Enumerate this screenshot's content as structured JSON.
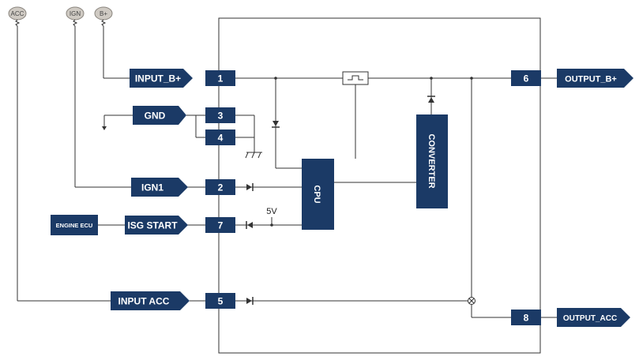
{
  "terminals": {
    "acc": "ACC",
    "ign": "IGN",
    "batt": "B+"
  },
  "inputs": {
    "input_b": "INPUT_B+",
    "gnd": "GND",
    "ign1": "IGN1",
    "isg_start": "ISG START",
    "input_acc": "INPUT ACC",
    "engine_ecu": "ENGINE ECU"
  },
  "pins": {
    "p1": "1",
    "p3": "3",
    "p4": "4",
    "p2": "2",
    "p7": "7",
    "p5": "5",
    "p6": "6",
    "p8": "8"
  },
  "outputs": {
    "output_b": "OUTPUT_B+",
    "output_acc": "OUTPUT_ACC"
  },
  "blocks": {
    "cpu": "CPU",
    "converter": "CONVERTER"
  },
  "labels": {
    "five_v": "5V"
  },
  "colors": {
    "block_fill": "#1b3a66",
    "wire": "#333333",
    "terminal_fill": "#cfcac3"
  }
}
